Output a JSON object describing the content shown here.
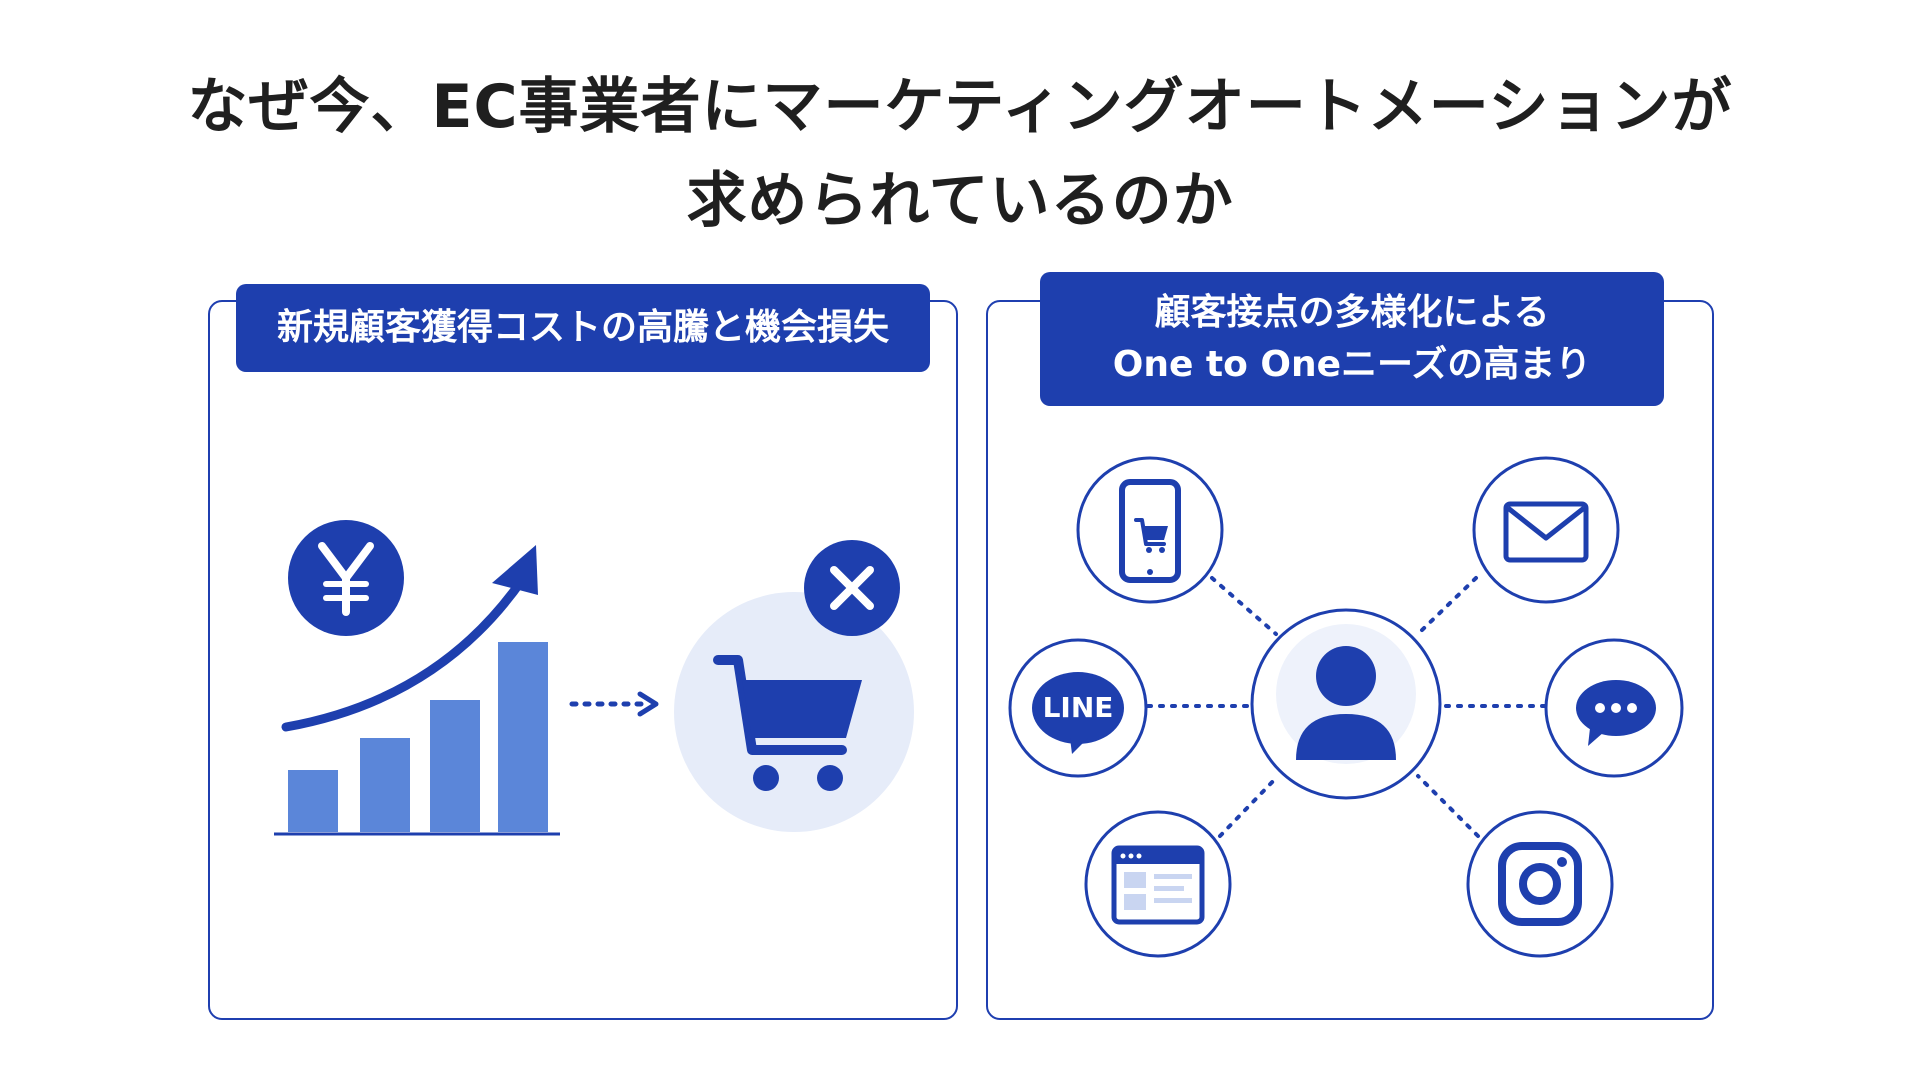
{
  "title": {
    "line1": "なぜ今、EC事業者にマーケティングオートメーションが",
    "line2": "求められているのか"
  },
  "left_panel": {
    "label": "新規顧客獲得コストの高騰と機会損失",
    "icons": [
      "yen-icon",
      "bar-chart-icon",
      "arrow-up-right-icon",
      "dotted-arrow-icon",
      "shopping-cart-icon",
      "close-icon"
    ]
  },
  "right_panel": {
    "label_line1": "顧客接点の多様化による",
    "label_line2": "One to Oneニーズの高まり",
    "center_icon": "user-icon",
    "channels": [
      {
        "icon": "smartphone-cart-icon"
      },
      {
        "icon": "mail-icon"
      },
      {
        "icon": "line-app-icon",
        "text": "LINE"
      },
      {
        "icon": "chat-bubble-icon"
      },
      {
        "icon": "web-page-icon"
      },
      {
        "icon": "instagram-icon"
      }
    ]
  },
  "colors": {
    "primary": "#1e3fae",
    "bar": "#5b86d9",
    "light_circle": "#e6ecf9",
    "text": "#1f1f1f"
  }
}
